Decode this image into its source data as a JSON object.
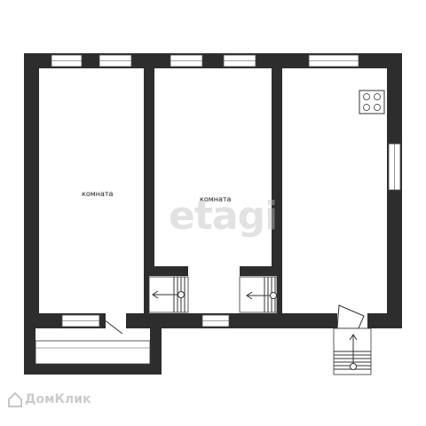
{
  "rooms": [
    {
      "label": "комната"
    },
    {
      "label": "комната"
    }
  ],
  "watermark": "etagi",
  "brand": "ДомКлик",
  "colors": {
    "wall": "#2d2d2d",
    "background": "#ffffff"
  },
  "icons": [
    "stove-icon",
    "stairs-icon",
    "house-icon"
  ]
}
